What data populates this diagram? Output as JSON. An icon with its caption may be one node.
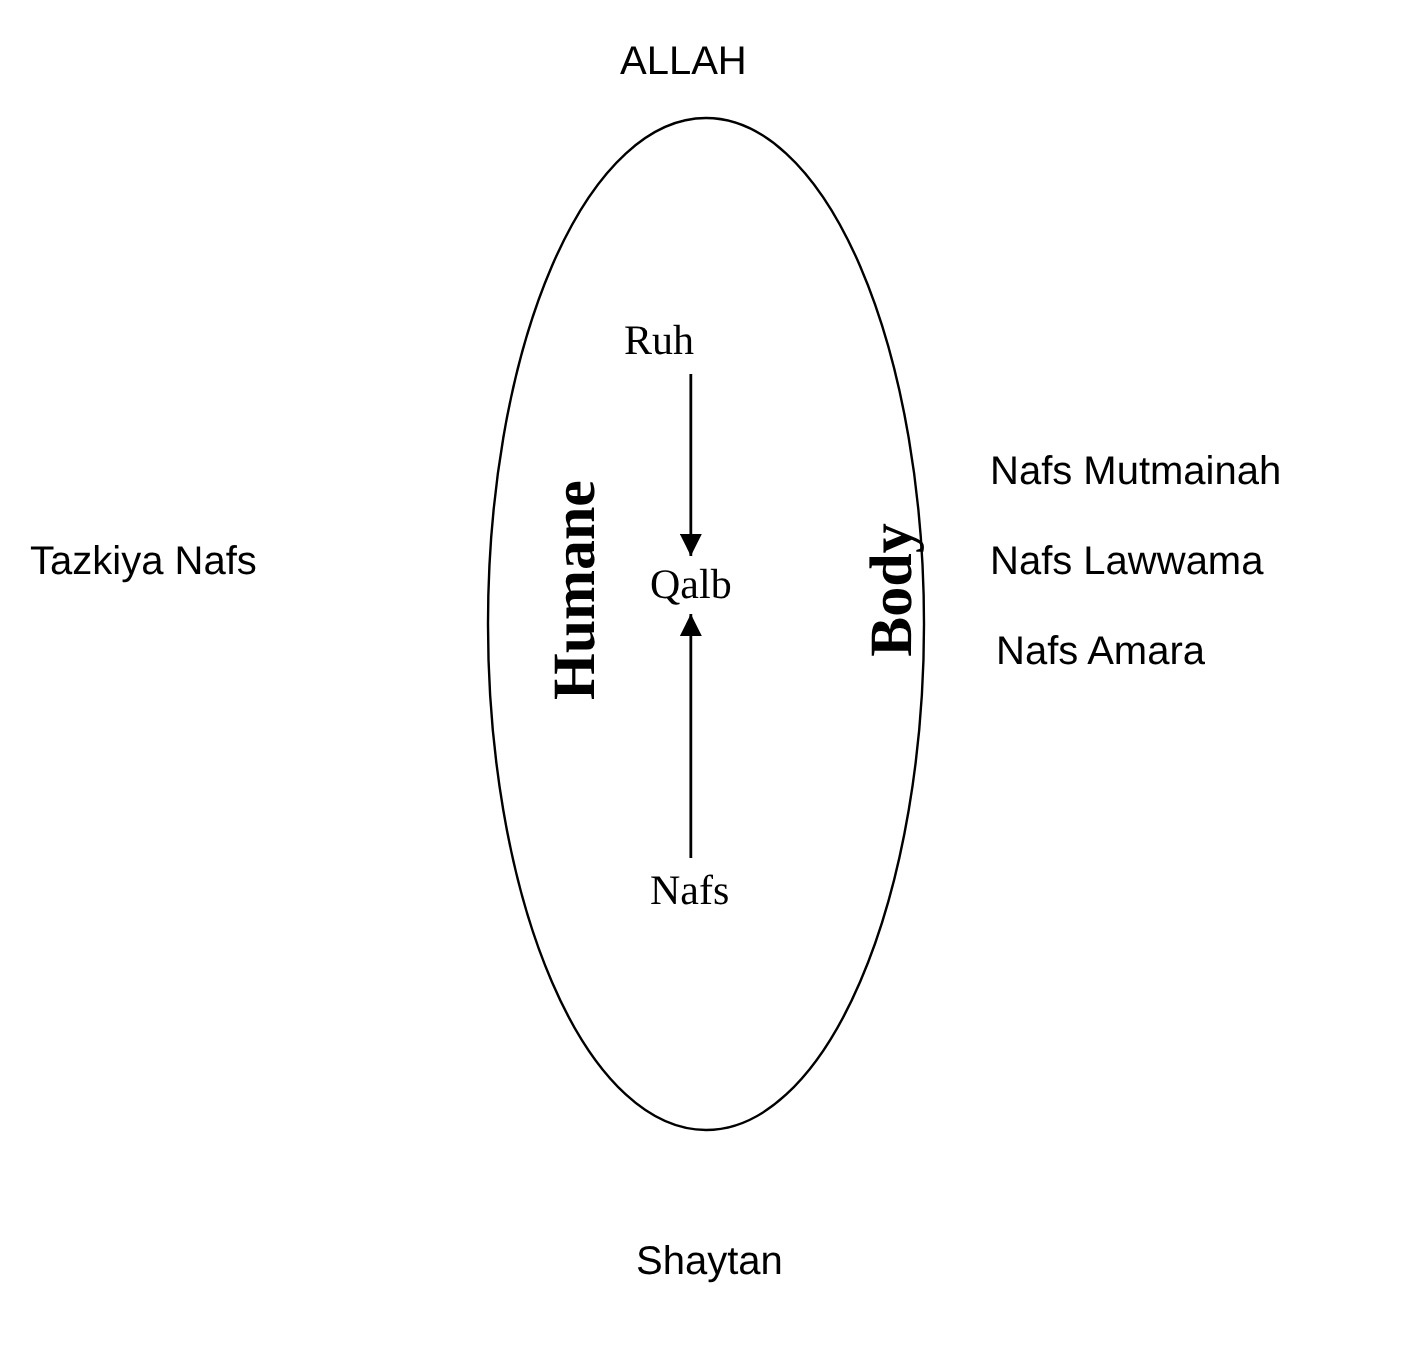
{
  "diagram": {
    "nodes": [
      {
        "text": [
          "Humane",
          "Body"
        ]
      },
      {
        "text": [
          "Ruh"
        ],
        "in": 0
      },
      {
        "text": [
          "Qalb"
        ],
        "in": 0
      },
      {
        "text": [
          "Nafs"
        ],
        "in": 0
      }
    ],
    "edges": [
      {
        "from": 1,
        "to": 2,
        "arrow": "to"
      },
      {
        "from": 3,
        "to": 2,
        "arrow": "to"
      }
    ],
    "labels": [
      "ALLAH",
      "Tazkiya Nafs",
      "Nafs Mutmainah",
      "Nafs Lawwama",
      "Nafs Amara",
      "Shaytan"
    ]
  }
}
